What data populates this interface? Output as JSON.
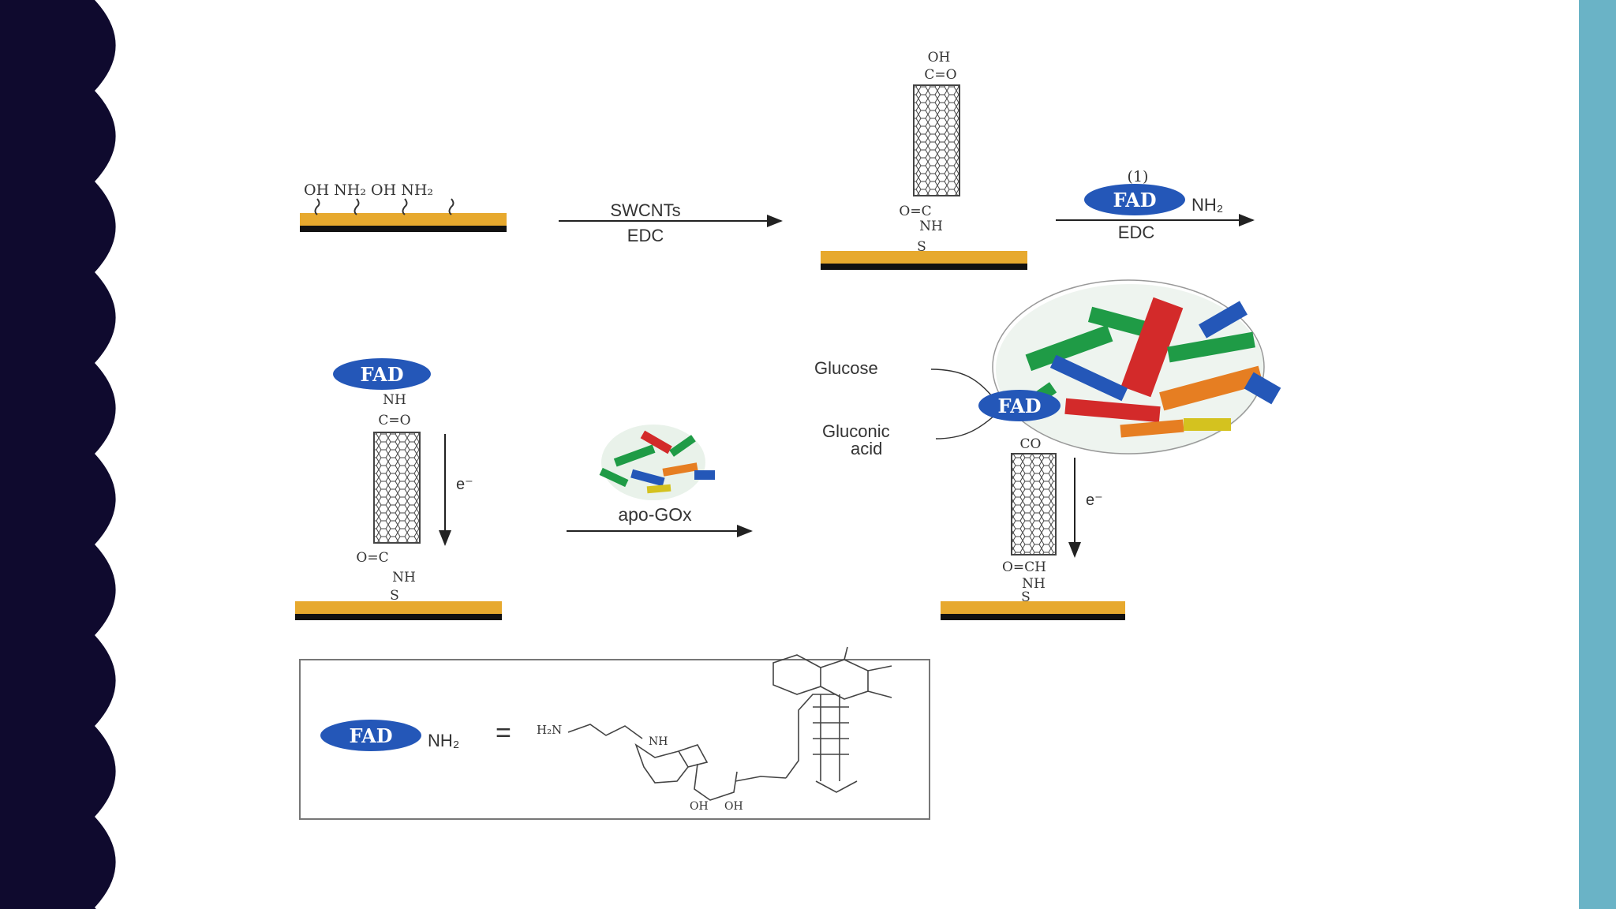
{
  "colors": {
    "left_band": "#0f0a2e",
    "right_band": "#6ab3c6",
    "electrode_gold": "#e7a92e",
    "electrode_base": "#111111",
    "fad_blue": "#2457b8"
  },
  "icons": [
    "swcnt-tube-icon",
    "protein-gox-icon",
    "fad-badge-icon"
  ],
  "step1": {
    "groups": "OH  NH₂ OH  NH₂",
    "arrow_top": "SWCNTs",
    "arrow_bottom": "EDC"
  },
  "step2": {
    "top_oh": "OH",
    "top_co": "C=O",
    "bottom_o": "O=C",
    "bottom_nh": "NH",
    "bottom_s": "S",
    "arrow_top": "(1)",
    "fad": "FAD",
    "nh2": "NH₂",
    "arrow_bottom": "EDC"
  },
  "step3": {
    "fad": "FAD",
    "nh": "NH",
    "co": "C=O",
    "bottom_o": "O=C",
    "bottom_nh": "NH",
    "bottom_s": "S",
    "electron": "e⁻",
    "arrow_label": "apo-GOx"
  },
  "step4": {
    "glucose": "Glucose",
    "gluconic_1": "Gluconic",
    "gluconic_2": "acid",
    "fad": "FAD",
    "co": "CO",
    "bottom": "O=CH",
    "bottom_nh": "NH",
    "bottom_s": "S",
    "electron": "e⁻"
  },
  "legend": {
    "fad": "FAD",
    "nh2": "NH₂",
    "equals": "=",
    "h2n": "H₂N",
    "nh": "NH",
    "oh1": "OH",
    "oh2": "OH"
  }
}
